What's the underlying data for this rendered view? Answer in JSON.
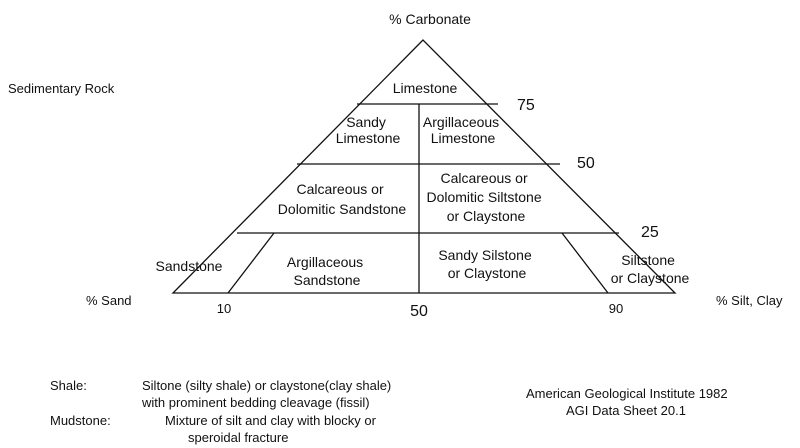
{
  "title": "% Carbonate",
  "side_label": "Sedimentary Rock",
  "axis": {
    "left": "% Sand",
    "right": "% Silt, Clay",
    "bottom_ticks": [
      "10",
      "50",
      "90"
    ],
    "side_ticks": [
      "75",
      "50",
      "25"
    ]
  },
  "regions": {
    "limestone": [
      "Limestone"
    ],
    "sandy_limestone": [
      "Sandy",
      "Limestone"
    ],
    "argillaceous_limestone": [
      "Argillaceous",
      "Limestone"
    ],
    "calcareous_sandstone": [
      "Calcareous or",
      "Dolomitic Sandstone"
    ],
    "calcareous_siltstone": [
      "Calcareous or",
      "Dolomitic Siltstone",
      "or Claystone"
    ],
    "sandstone": [
      "Sandstone"
    ],
    "argillaceous_sandstone": [
      "Argillaceous",
      "Sandstone"
    ],
    "sandy_siltstone": [
      "Sandy Silstone",
      "or Claystone"
    ],
    "siltstone": [
      "Siltstone",
      "or Claystone"
    ]
  },
  "notes": {
    "shale_term": "Shale:",
    "shale_def_1": "Siltone (silty shale) or claystone(clay shale)",
    "shale_def_2": "with prominent bedding cleavage (fissil)",
    "mudstone_term": "Mudstone:",
    "mudstone_def_1": "Mixture of silt and clay with blocky or",
    "mudstone_def_2": "speroidal fracture"
  },
  "source": {
    "line1": "American Geological Institute 1982",
    "line2": "AGI Data Sheet 20.1"
  }
}
